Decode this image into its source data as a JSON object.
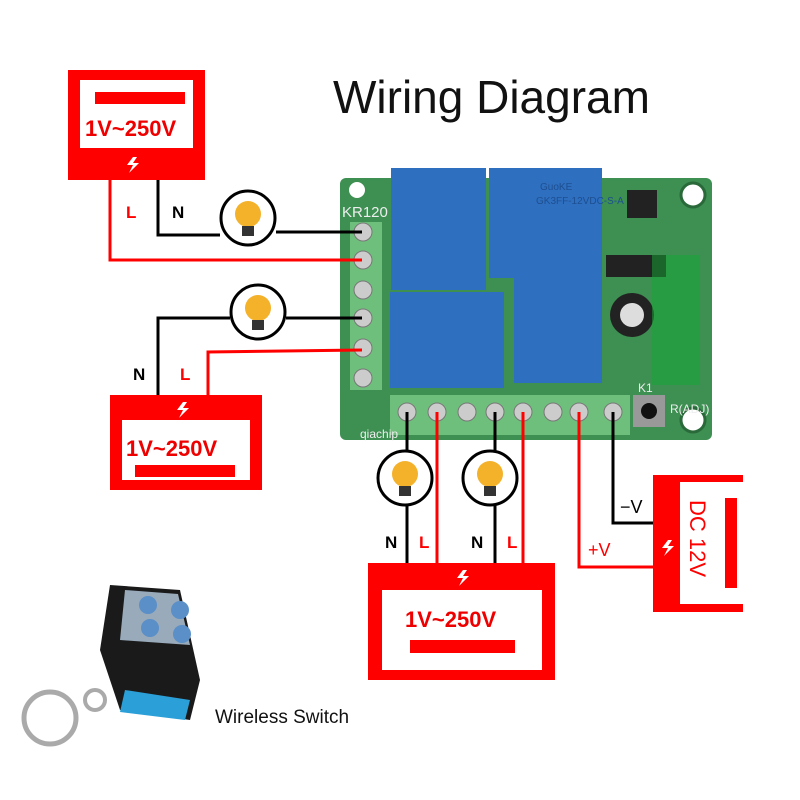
{
  "title": "Wiring Diagram",
  "sources": [
    {
      "voltage": "1V~250V",
      "live": "L",
      "neutral": "N"
    },
    {
      "voltage": "1V~250V",
      "live": "L",
      "neutral": "N"
    },
    {
      "voltage": "1V~250V",
      "live": "L",
      "neutral": "N",
      "live2": "L",
      "neutral2": "N"
    }
  ],
  "dc_supply": {
    "voltage": "DC 12V",
    "negative": "−V",
    "positive": "+V"
  },
  "board": {
    "model": "KR120",
    "button": "K1",
    "adjust": "R(ADJ)",
    "brand": "qiachip",
    "relay_brand": "GuoKE",
    "relay_model": "GK3FF-12VDC-S-A"
  },
  "remote_label": "Wireless Switch",
  "colors": {
    "live": "#ff0000",
    "neutral": "#000000",
    "board": "#3d8f52",
    "relay": "#2f6fc0"
  },
  "icons": [
    "lightning-icon",
    "light-bulb-icon",
    "remote-control-icon"
  ]
}
